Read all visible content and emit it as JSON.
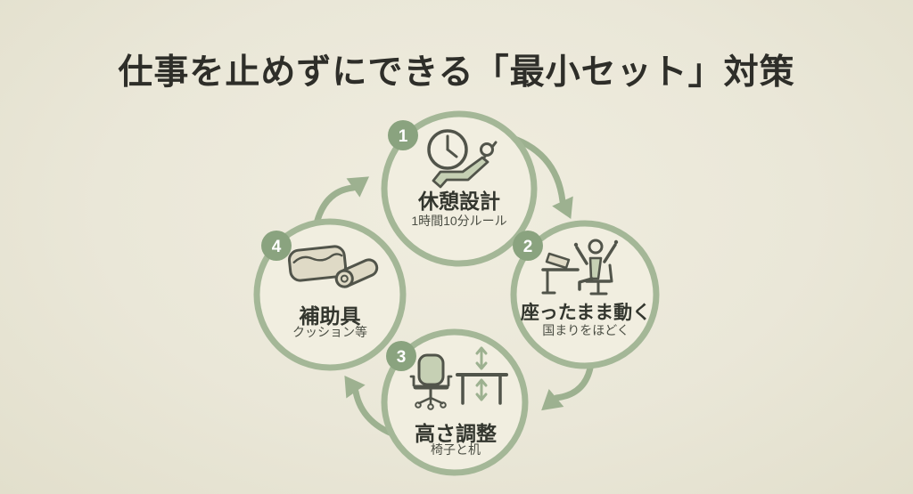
{
  "title": "仕事を止めずにできる「最小セット」対策",
  "colors": {
    "background": "#EAE7D8",
    "circle_ring": "#A4B797",
    "circle_fill": "#F1EEE0",
    "badge_fill": "#8AA37F",
    "badge_number_color": "#FFFFFF",
    "arrow": "#9DB190",
    "title_text": "#2E2E29",
    "step_title_text": "#33362E",
    "step_subtitle_text": "#4A4D43",
    "icon_stroke": "#51544A",
    "icon_fill_green": "#C6D0B4",
    "icon_fill_beige": "#DFDAC6"
  },
  "diagram": {
    "type": "cycle",
    "direction": "clockwise",
    "steps": [
      {
        "number": "1",
        "title": "休憩設計",
        "subtitle": "1時間10分ルール",
        "icon": "clock-recliner-icon",
        "position": "top"
      },
      {
        "number": "2",
        "title": "座ったまま動く",
        "subtitle": "国まりをほどく",
        "icon": "desk-stretch-icon",
        "position": "right"
      },
      {
        "number": "3",
        "title": "高さ調整",
        "subtitle": "椅子と机",
        "icon": "chair-desk-height-arrows-icon",
        "position": "bottom"
      },
      {
        "number": "4",
        "title": "補助具",
        "subtitle": "クッション等",
        "icon": "cushion-roll-icon",
        "position": "left"
      }
    ]
  }
}
